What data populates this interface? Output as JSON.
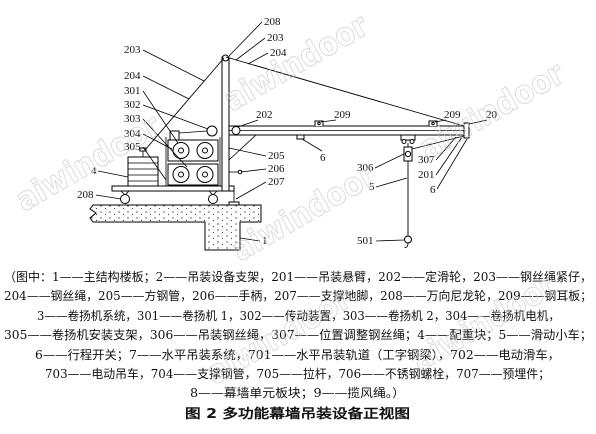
{
  "figure": {
    "watermark": "aiwindoor",
    "callouts": {
      "apex": [
        "208",
        "203",
        "204"
      ],
      "winch_side": [
        "203",
        "204",
        "301",
        "302",
        "303",
        "304",
        "305"
      ],
      "counterweight": "4",
      "wheel": "208",
      "boom_top": [
        "202",
        "209",
        "209",
        "20"
      ],
      "travel_switch": "6",
      "mast": [
        "205",
        "206",
        "207"
      ],
      "hook": [
        "306",
        "5",
        "501"
      ],
      "boom_end": [
        "307",
        "201",
        "6"
      ],
      "slab": "1"
    }
  },
  "caption": {
    "lines": [
      "（图中：1——主结构楼板；2——吊装设备支架，201——吊装悬臂，202——定滑轮，203——钢丝绳紧仔，",
      "204——钢丝绳，205——方钢管，206——手柄，207——支撑地脚，208——万向尼龙轮，209——钢耳板；",
      "3——卷扬机系统，301——卷扬机 1，302——传动装置，303——卷扬机 2，304——卷扬机电机，",
      "305——卷扬机安装支架，306——吊装钢丝绳，307——位置调整钢丝绳；4——配重块；5——滑动小车；",
      "6——行程开关；7——水平吊装系统，701——水平吊装轨道（工字钢梁），702——电动滑车，",
      "703——电动吊车，704——支撑钢管，705——拉杆，706——不锈钢螺栓，707——预埋件；",
      "8——幕墙单元板块；9——揽风绳。）"
    ],
    "figure_title": "图 2   多功能幕墙吊装设备正视图"
  }
}
